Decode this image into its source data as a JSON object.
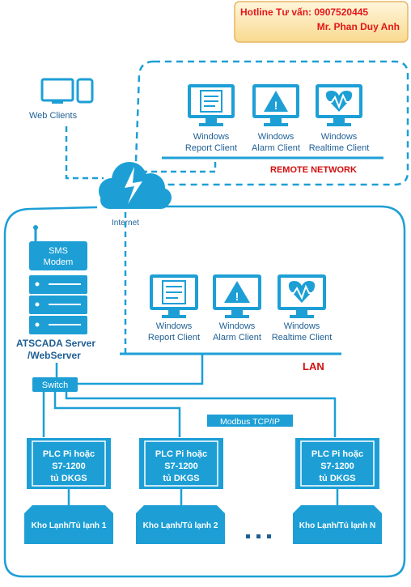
{
  "hotline": {
    "line1": "Hotline Tư vấn: 0907520445",
    "line2": "Mr. Phan Duy Anh"
  },
  "web_clients": {
    "label": "Web Clients"
  },
  "internet": {
    "label": "Internet"
  },
  "remote": {
    "title": "REMOTE NETWORK",
    "clients": [
      {
        "line1": "Windows",
        "line2": "Report Client",
        "icon": "report-icon"
      },
      {
        "line1": "Windows",
        "line2": "Alarm Client",
        "icon": "alarm-icon"
      },
      {
        "line1": "Windows",
        "line2": "Realtime Client",
        "icon": "heartbeat-icon"
      }
    ]
  },
  "lan": {
    "title": "LAN",
    "clients": [
      {
        "line1": "Windows",
        "line2": "Report Client",
        "icon": "report-icon"
      },
      {
        "line1": "Windows",
        "line2": "Alarm Client",
        "icon": "alarm-icon"
      },
      {
        "line1": "Windows",
        "line2": "Realtime Client",
        "icon": "heartbeat-icon"
      }
    ]
  },
  "server": {
    "sms_line1": "SMS",
    "sms_line2": "Modem",
    "label_line1": "ATSCADA Server",
    "label_line2": "/WebServer"
  },
  "switch": {
    "label": "Switch"
  },
  "protocol": {
    "label": "Modbus TCP/IP"
  },
  "plcs": [
    {
      "line1": "PLC Pi hoặc",
      "line2": "S7-1200",
      "line3": "tủ DKGS"
    },
    {
      "line1": "PLC Pi hoặc",
      "line2": "S7-1200",
      "line3": "tủ DKGS"
    },
    {
      "line1": "PLC Pi hoặc",
      "line2": "S7-1200",
      "line3": "tủ DKGS"
    }
  ],
  "storages": [
    {
      "label": "Kho Lạnh/Tủ lạnh 1"
    },
    {
      "label": "Kho Lạnh/Tủ lạnh 2"
    },
    {
      "label": "Kho Lạnh/Tủ lạnh N"
    }
  ],
  "colors": {
    "primary": "#1d9fd6",
    "line": "#1a8ec4",
    "text": "#1f5f94",
    "accent_red": "#d10f0f",
    "hotline_bg": "#fde9b8"
  }
}
